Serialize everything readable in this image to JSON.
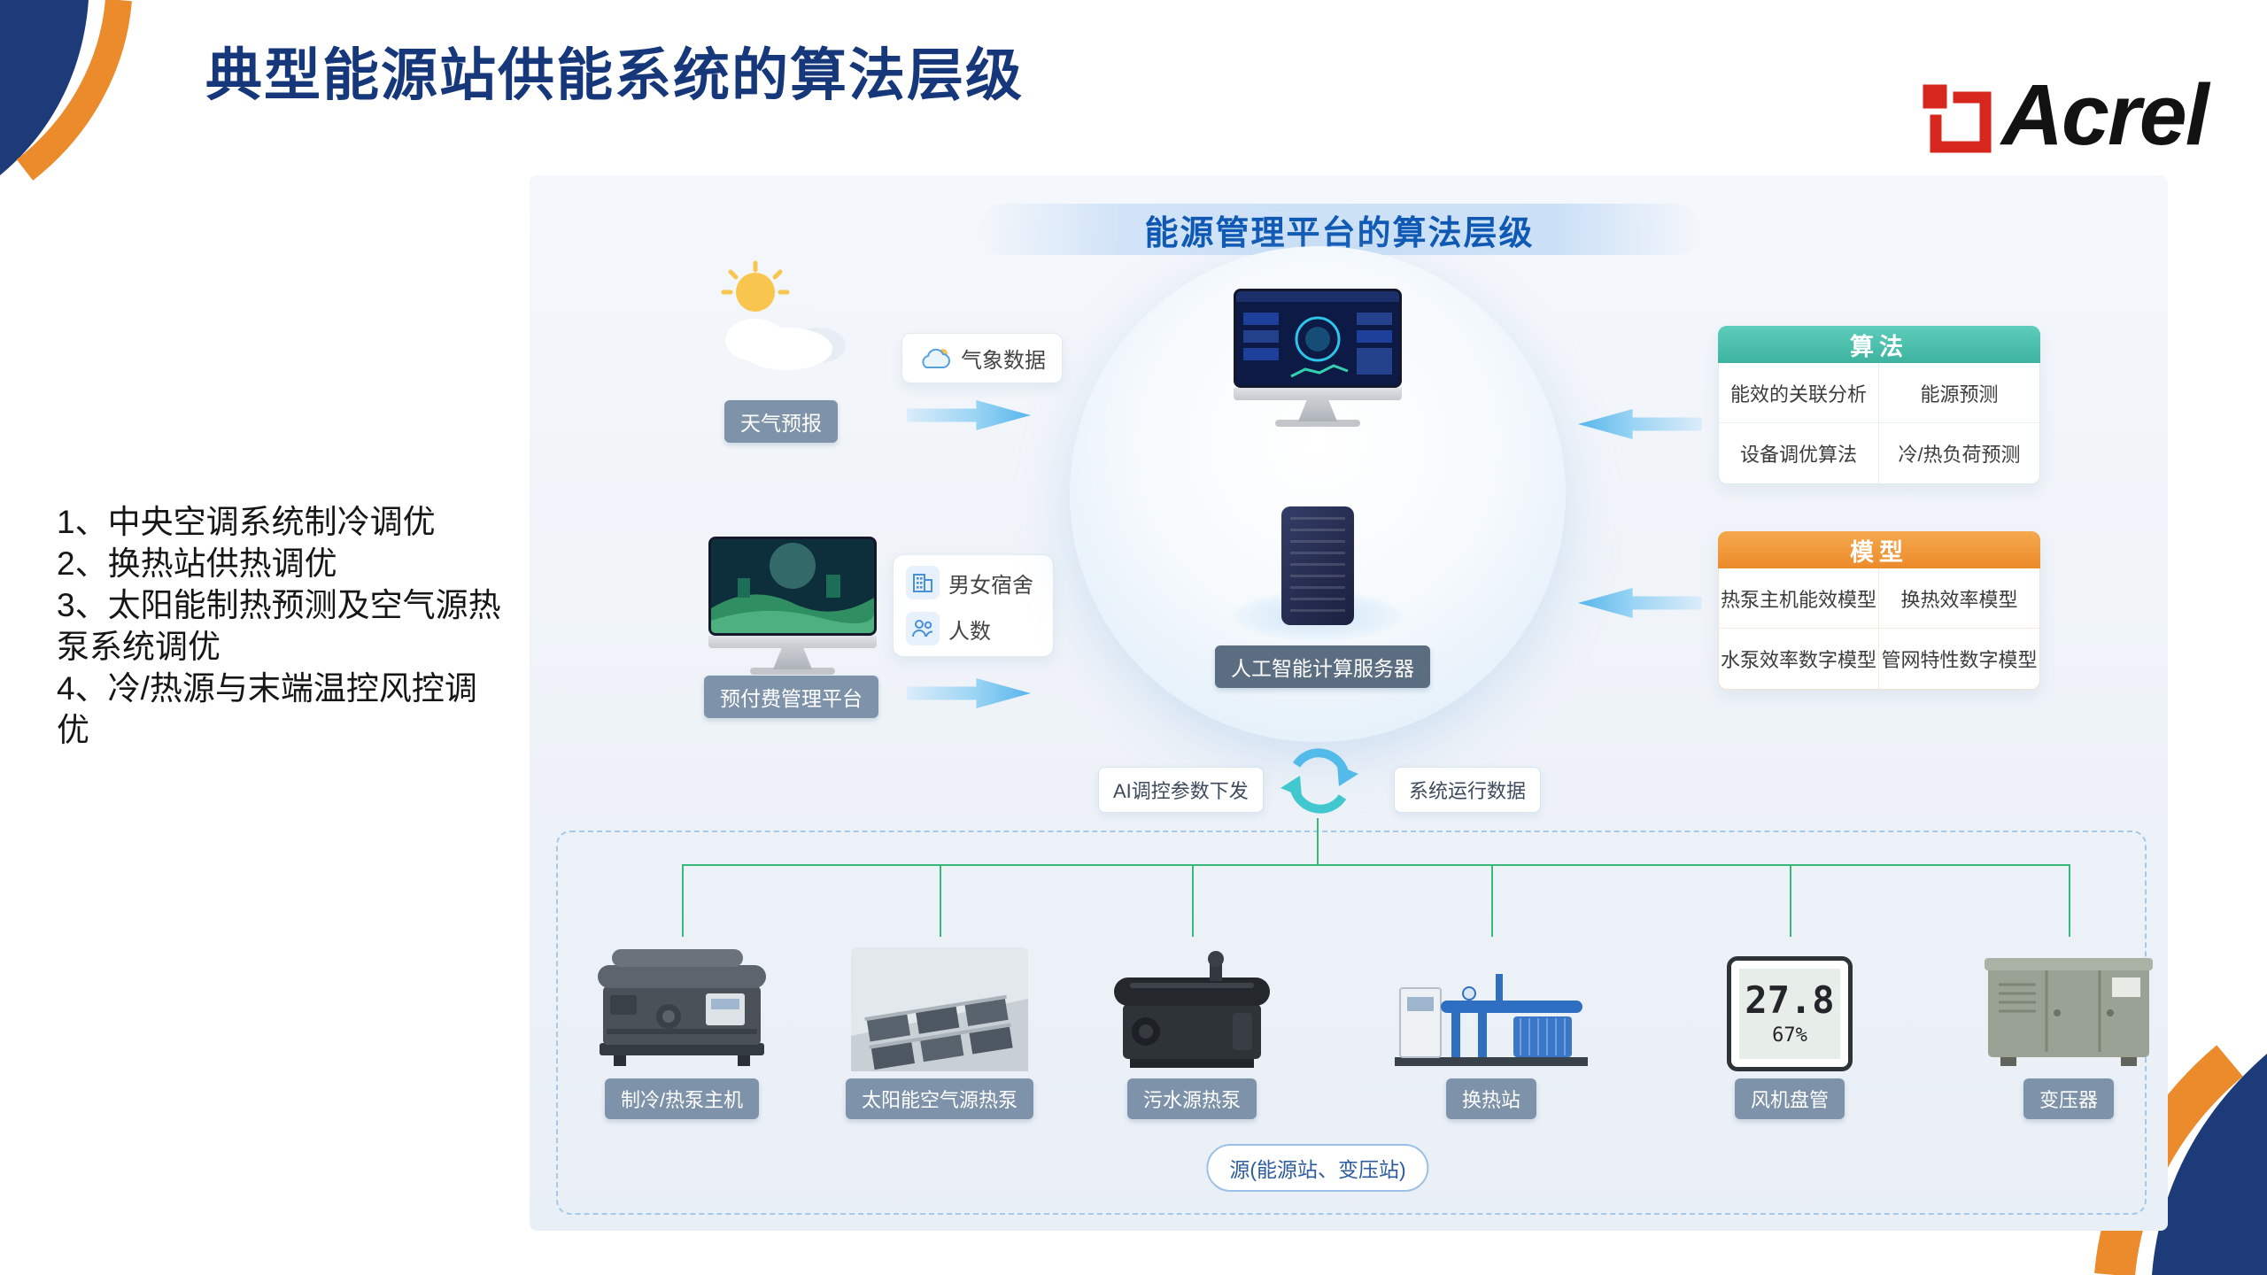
{
  "page": {
    "title": "典型能源站供能系统的算法层级",
    "brand": "Acrel"
  },
  "colors": {
    "navy": "#1c3b78",
    "orange": "#ec8b2b",
    "logo_red": "#d7261e",
    "diagram_title_blue": "#0f59b4",
    "teal_header": "#45bcab",
    "orange_header": "#ef9a3e",
    "pill_gray_blue": "#7e93a9",
    "server_pill": "#5b6e81",
    "green_connector": "#36b979",
    "arrow_blue": "#57b5ec"
  },
  "icons": {
    "weather": "sun-cloud-icon",
    "meteo_badge": "cloud-icon",
    "dorm": "building-icon",
    "count": "people-icon",
    "center": "sync-arrows-icon"
  },
  "intro_list": {
    "items": [
      "1、中央空调系统制冷调优",
      "2、换热站供热调优",
      "3、太阳能制热预测及空气源热泵系统调优",
      "4、冷/热源与末端温控风控调优"
    ]
  },
  "diagram": {
    "title": "能源管理平台的算法层级",
    "weather": {
      "label": "天气预报",
      "badge": "气象数据"
    },
    "prepaid": {
      "label": "预付费管理平台",
      "dorm_badge": "男女宿舍",
      "count_badge": "人数"
    },
    "center": {
      "server_label": "人工智能计算服务器"
    },
    "algorithm_panel": {
      "title": "算法",
      "items": [
        "能效的关联分析",
        "能源预测",
        "设备调优算法",
        "冷/热负荷预测"
      ]
    },
    "model_panel": {
      "title": "模型",
      "items": [
        "热泵主机能效模型",
        "换热效率模型",
        "水泵效率数字模型",
        "管网特性数字模型"
      ]
    },
    "flow": {
      "down_badge": "AI调控参数下发",
      "up_badge": "系统运行数据"
    },
    "equipment": {
      "labels": [
        "制冷/热泵主机",
        "太阳能空气源热泵",
        "污水源热泵",
        "换热站",
        "风机盘管",
        "变压器"
      ],
      "thermostat": {
        "temperature": "27.8",
        "humidity": "67%"
      },
      "source_badge": "源(能源站、变压站)"
    }
  }
}
